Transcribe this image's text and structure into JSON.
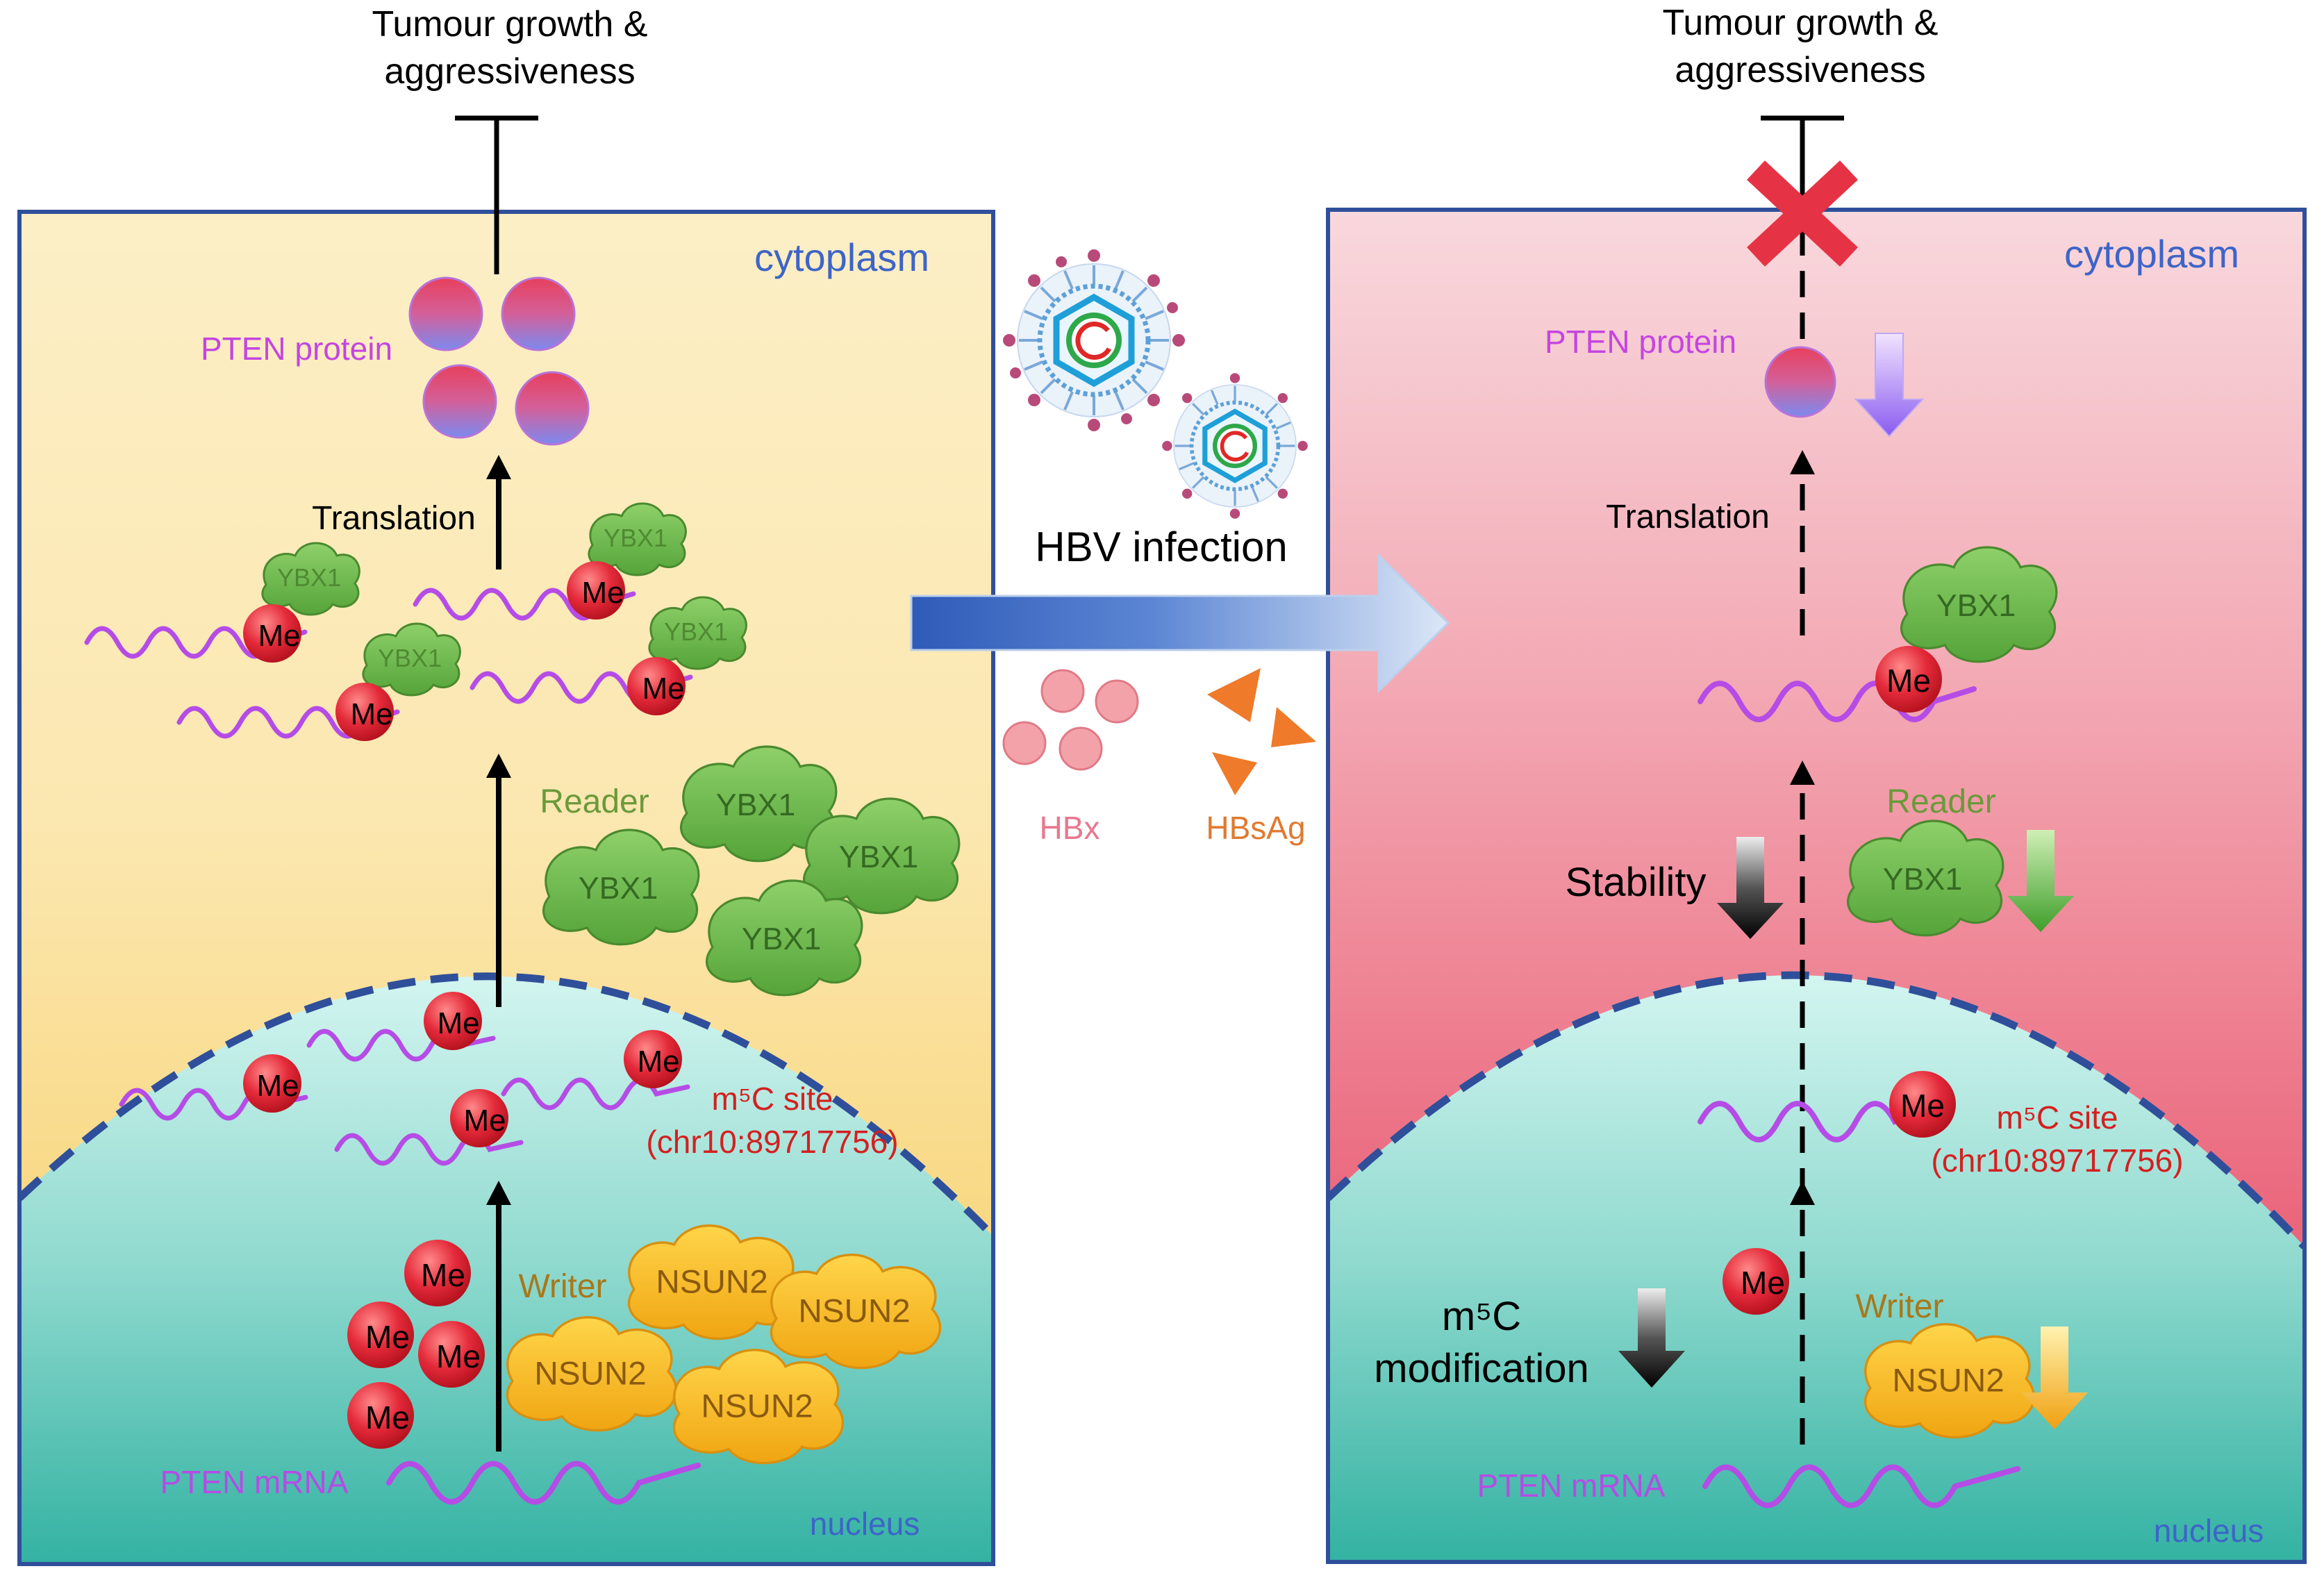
{
  "colors": {
    "cytoplasm_left_top": "#FCEFC6",
    "cytoplasm_left_bottom": "#F6CE63",
    "cytoplasm_right_top": "#F7D3D8",
    "cytoplasm_right_bottom": "#E74660",
    "nucleus_top": "#CFF3EE",
    "nucleus_bottom": "#35B3A3",
    "border": "#2F4F9A",
    "mrna": "#B54CE6",
    "methyl": "#E0283A",
    "ybx1": "#6DB94A",
    "nsun2": "#F2B21B",
    "hbx": "#F0A0A8",
    "hbsag": "#EE7A2A",
    "label_blue": "#3E64C8",
    "label_purple": "#C545E0",
    "label_red": "#D42020",
    "label_green": "#6A9A3A",
    "label_brown": "#A8781A",
    "label_pink": "#E8788E",
    "label_orange": "#E07A30"
  },
  "left": {
    "outcome": [
      "Tumour growth &",
      "aggressiveness"
    ],
    "compartment_cytoplasm": "cytoplasm",
    "compartment_nucleus": "nucleus",
    "protein_label": "PTEN protein",
    "translation_label": "Translation",
    "reader_label": "Reader",
    "writer_label": "Writer",
    "mrna_label": "PTEN mRNA",
    "site_label": [
      "m⁵C site",
      "(chr10:89717756)"
    ],
    "ybx1": "YBX1",
    "nsun2": "NSUN2",
    "methyl": "Me"
  },
  "middle": {
    "infection_label": "HBV infection",
    "hbx_label": "HBx",
    "hbsag_label": "HBsAg"
  },
  "right": {
    "outcome": [
      "Tumour growth &",
      "aggressiveness"
    ],
    "compartment_cytoplasm": "cytoplasm",
    "compartment_nucleus": "nucleus",
    "protein_label": "PTEN protein",
    "translation_label": "Translation",
    "reader_label": "Reader",
    "writer_label": "Writer",
    "stability_label": "Stability",
    "modification_label": [
      "m⁵C",
      "modification"
    ],
    "mrna_label": "PTEN mRNA",
    "site_label": [
      "m⁵C site",
      "(chr10:89717756)"
    ],
    "ybx1": "YBX1",
    "nsun2": "NSUN2",
    "methyl": "Me"
  }
}
